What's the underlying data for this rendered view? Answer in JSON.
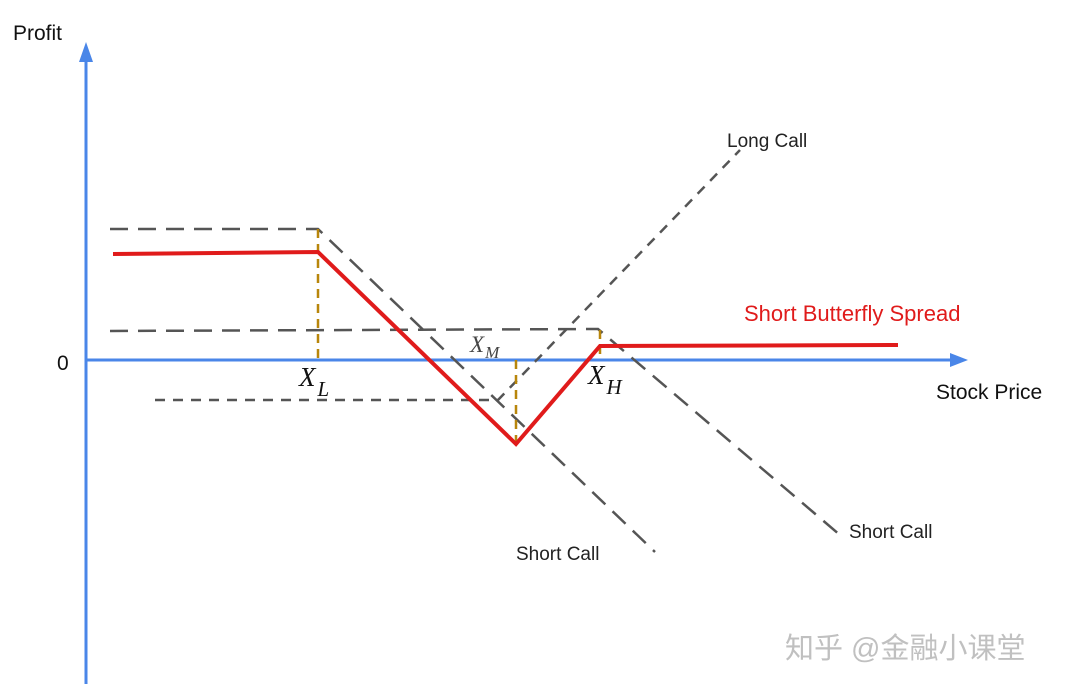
{
  "axes": {
    "y_label": "Profit",
    "x_label": "Stock Price",
    "origin_label": "0"
  },
  "strikes": {
    "low": {
      "letter": "X",
      "subscript": "L"
    },
    "mid": {
      "letter": "X",
      "subscript": "M"
    },
    "high": {
      "letter": "X",
      "subscript": "H"
    }
  },
  "lines": {
    "long_call": "Long Call",
    "short_call_low": "Short Call",
    "short_call_high": "Short Call",
    "strategy": "Short Butterfly Spread"
  },
  "watermark": "知乎 @金融小课堂",
  "colors": {
    "axis": "#4a86e8",
    "strategy": "#e01b1b",
    "dashed": "#555555",
    "strike_guides": "#b8860b",
    "watermark": "#c0c0c0"
  }
}
